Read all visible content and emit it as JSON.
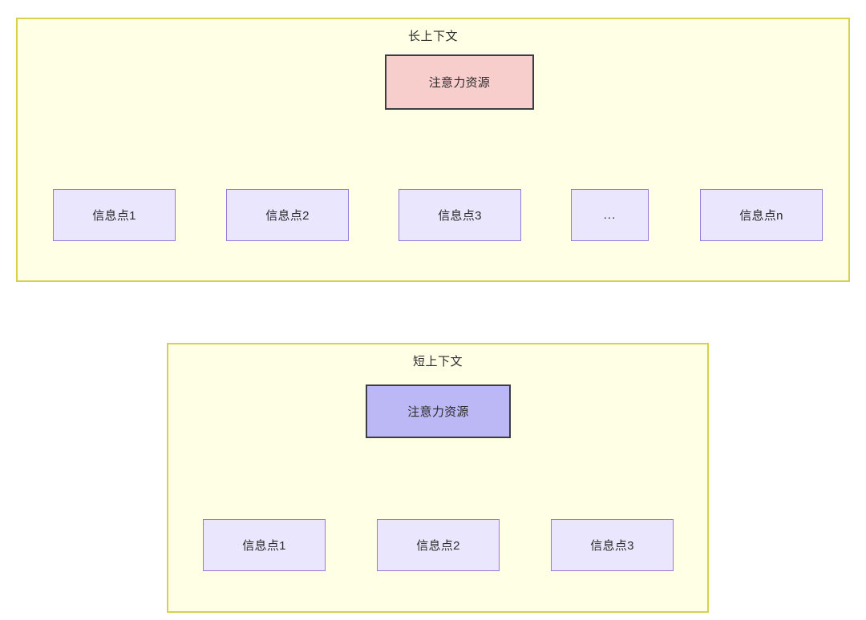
{
  "diagram": {
    "type": "hierarchy-comparison",
    "colors": {
      "panel_background": "#ffffe6",
      "panel_border": "#d6d14e",
      "attention_long_fill": "#f8cecc",
      "attention_short_fill": "#bcb7f5",
      "node_border_dark": "#3c3c44",
      "info_fill": "#e9e6fd",
      "info_border": "#9a78d8",
      "edge_stroke": "#2f2f33",
      "text": "#2b2b2b"
    },
    "panels": [
      {
        "id": "long-context",
        "title": "长上下文",
        "root": {
          "label": "注意力资源"
        },
        "children": [
          {
            "label": "信息点1"
          },
          {
            "label": "信息点2"
          },
          {
            "label": "信息点3"
          },
          {
            "label": "..."
          },
          {
            "label": "信息点n"
          }
        ]
      },
      {
        "id": "short-context",
        "title": "短上下文",
        "root": {
          "label": "注意力资源"
        },
        "children": [
          {
            "label": "信息点1"
          },
          {
            "label": "信息点2"
          },
          {
            "label": "信息点3"
          }
        ]
      }
    ]
  }
}
